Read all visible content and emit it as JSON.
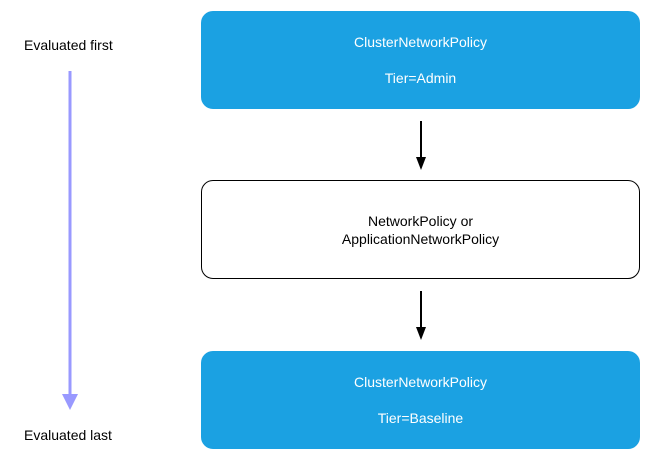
{
  "labels": {
    "first": "Evaluated first",
    "last": "Evaluated last"
  },
  "nodes": {
    "admin": {
      "title": "ClusterNetworkPolicy",
      "subtitle": "Tier=Admin"
    },
    "middle": {
      "line1": "NetworkPolicy or",
      "line2": "ApplicationNetworkPolicy"
    },
    "baseline": {
      "title": "ClusterNetworkPolicy",
      "subtitle": "Tier=Baseline"
    }
  },
  "colors": {
    "box_fill": "#1ba1e2",
    "order_arrow": "#9999ff",
    "flow_arrow": "#000000"
  }
}
